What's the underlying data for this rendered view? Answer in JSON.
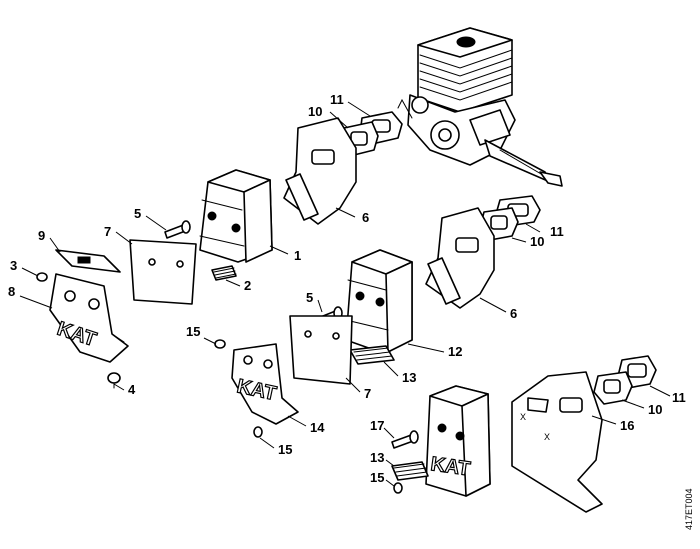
{
  "callouts": [
    "11",
    "10",
    "6",
    "5",
    "7",
    "1",
    "2",
    "9",
    "3",
    "8",
    "4",
    "11",
    "10",
    "6",
    "5",
    "12",
    "13",
    "7",
    "15",
    "14",
    "15",
    "17",
    "13",
    "15",
    "11",
    "10",
    "16"
  ],
  "stamps": {
    "kat": "KAT",
    "x": "X"
  },
  "side_code": "417ET004"
}
